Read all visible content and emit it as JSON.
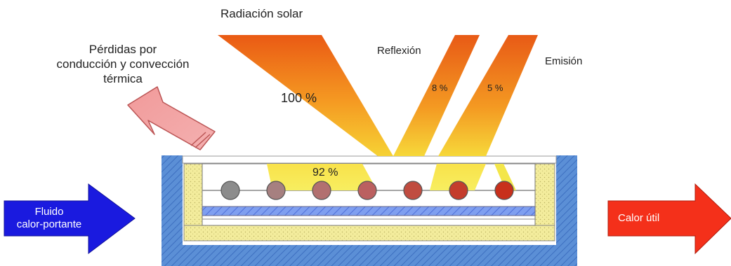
{
  "labels": {
    "solar_radiation": "Radiación solar",
    "losses_line1": "Pérdidas por",
    "losses_line2": "conducción y convección",
    "losses_line3": "térmica",
    "reflection": "Reflexión",
    "emission": "Emisión",
    "pct_incident": "100 %",
    "pct_absorbed": "92 %",
    "pct_reflection": "8 %",
    "pct_emission": "5 %",
    "fluid_line1": "Fluido",
    "fluid_line2": "calor-portante",
    "useful_heat": "Calor útil"
  },
  "colors": {
    "casing_blue": "#5b8fd6",
    "insulation_yellow": "#f3ec9c",
    "beam_orange": "#ef7418",
    "beam_yellow": "#f7e640",
    "loss_arrow_pink": "#f4a4a4",
    "fluid_arrow_blue": "#1a1adf",
    "heat_arrow_red": "#f4301a"
  },
  "tube_colors": [
    "#8c8c8c",
    "#a68080",
    "#b27070",
    "#bb6060",
    "#c04c40",
    "#c43c2c",
    "#c8301c"
  ]
}
